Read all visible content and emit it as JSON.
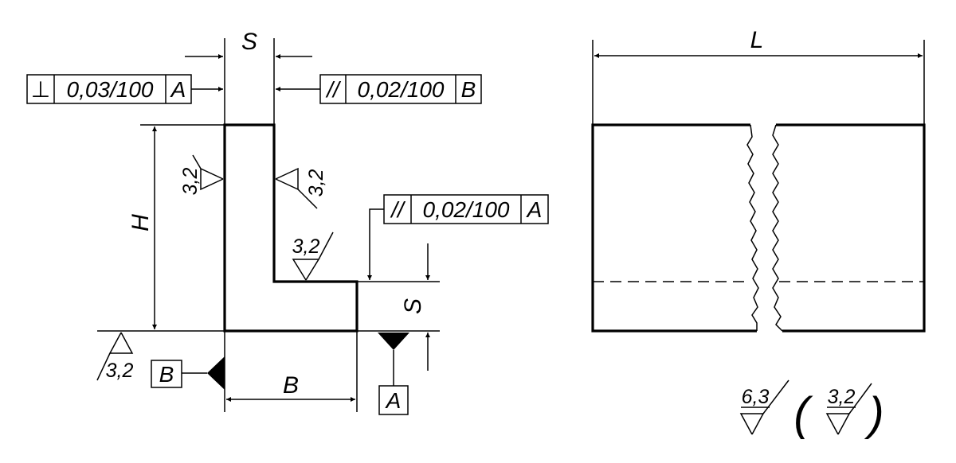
{
  "dimensions": {
    "thickness_top": "S",
    "thickness_side": "S",
    "height": "H",
    "width": "B",
    "length": "L"
  },
  "tolerances": {
    "perpendicularity": {
      "symbol": "⊥",
      "value": "0,03/100",
      "datum": "A"
    },
    "parallelism_side": {
      "symbol": "//",
      "value": "0,02/100",
      "datum": "B"
    },
    "parallelism_top": {
      "symbol": "//",
      "value": "0,02/100",
      "datum": "A"
    }
  },
  "datums": {
    "a": "A",
    "b": "B"
  },
  "roughness": {
    "outer_face": "3,2",
    "inner_face": "3,2",
    "step_face": "3,2",
    "bottom_face": "3,2",
    "general": "6,3",
    "general_exception": "3,2"
  },
  "general_brackets": {
    "open": "(",
    "close": ")"
  }
}
